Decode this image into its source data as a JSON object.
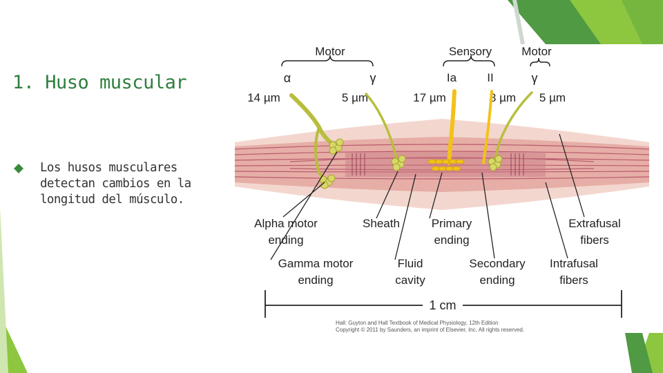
{
  "slide": {
    "title": "1. Huso muscular",
    "bullet": "Los husos musculares detectan cambios en la longitud del músculo."
  },
  "figure": {
    "top_labels": {
      "motor_left": "Motor",
      "sensory": "Sensory",
      "motor_right": "Motor"
    },
    "greek": {
      "alpha": "α",
      "gamma_left": "γ",
      "Ia": "Ia",
      "II": "II",
      "gamma_right": "γ"
    },
    "diameters": {
      "alpha": "14 µm",
      "gamma_left": "5 µm",
      "Ia": "17 µm",
      "II": "8 µm",
      "gamma_right": "5 µm"
    },
    "callouts": {
      "alpha_motor_1": "Alpha motor",
      "alpha_motor_2": "ending",
      "sheath": "Sheath",
      "primary_1": "Primary",
      "primary_2": "ending",
      "extrafusal_1": "Extrafusal",
      "extrafusal_2": "fibers",
      "gamma_motor_1": "Gamma motor",
      "gamma_motor_2": "ending",
      "fluid_1": "Fluid",
      "fluid_2": "cavity",
      "secondary_1": "Secondary",
      "secondary_2": "ending",
      "intrafusal_1": "Intrafusal",
      "intrafusal_2": "fibers"
    },
    "scale": "1 cm",
    "credit_1": "Hall: Guyton and Hall Textbook of Medical Physiology, 12th Edition",
    "credit_2": "Copyright © 2011 by Saunders, an imprint of Elsevier, Inc. All rights reserved."
  },
  "colors": {
    "title": "#2f7e3e",
    "accent_green": "#8cc63f",
    "dark_green": "#4a9a3c",
    "nerve_green": "#b5bd3a",
    "nerve_yellow": "#f2c21a",
    "muscle_pink": "#e9b7b0",
    "fiber_red": "#b5576a"
  }
}
